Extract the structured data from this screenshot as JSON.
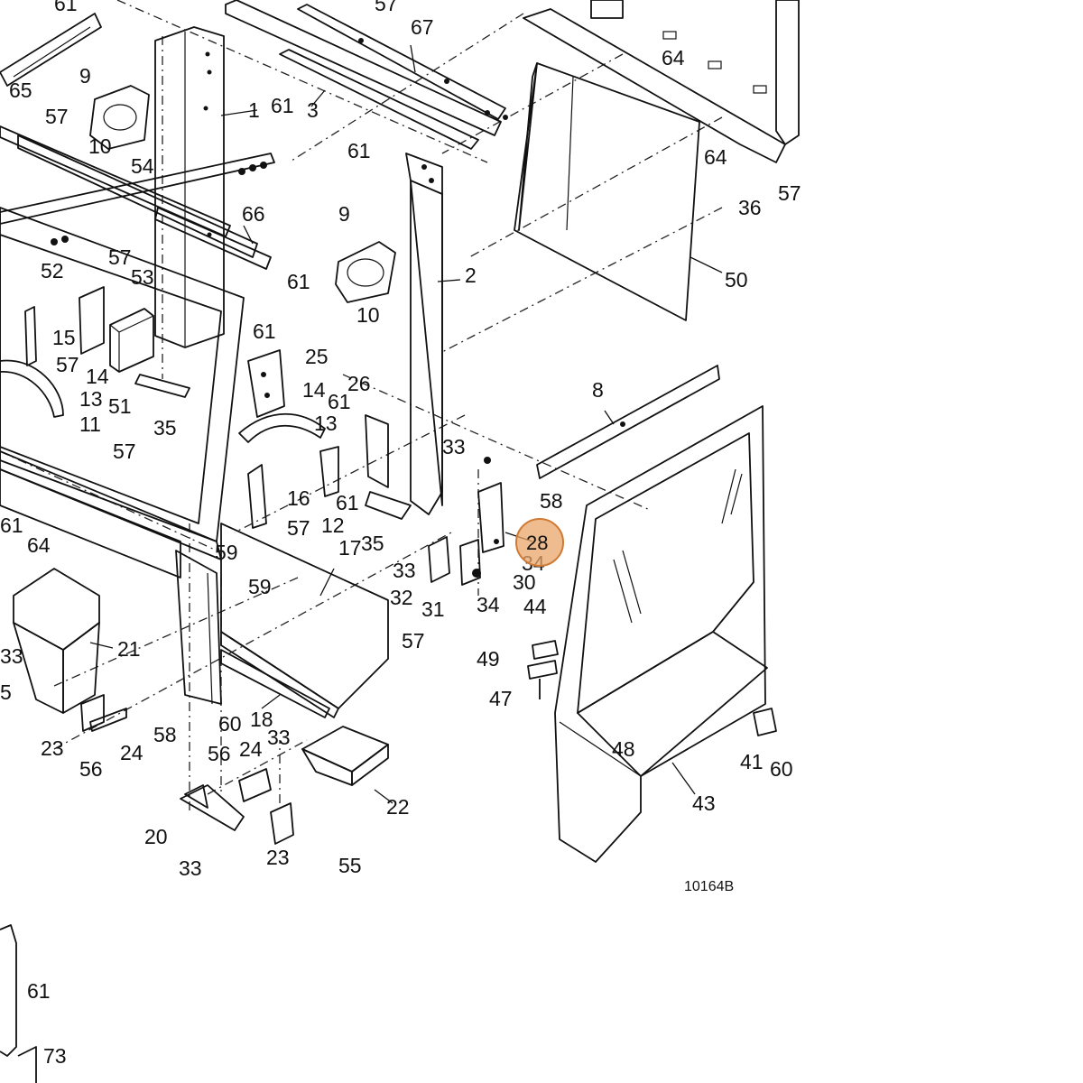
{
  "figure": {
    "code": "10164B",
    "callouts": [
      {
        "id": "c61a",
        "label": "61"
      },
      {
        "id": "c57a",
        "label": "57"
      },
      {
        "id": "c67",
        "label": "67"
      },
      {
        "id": "c65",
        "label": "65"
      },
      {
        "id": "c9a",
        "label": "9"
      },
      {
        "id": "c57b",
        "label": "57"
      },
      {
        "id": "c10a",
        "label": "10"
      },
      {
        "id": "c1",
        "label": "1"
      },
      {
        "id": "c61b",
        "label": "61"
      },
      {
        "id": "c3",
        "label": "3"
      },
      {
        "id": "c54",
        "label": "54"
      },
      {
        "id": "c61c",
        "label": "61"
      },
      {
        "id": "c66",
        "label": "66"
      },
      {
        "id": "c9b",
        "label": "9"
      },
      {
        "id": "c10b",
        "label": "10"
      },
      {
        "id": "c2",
        "label": "2"
      },
      {
        "id": "c57c",
        "label": "57"
      },
      {
        "id": "c52",
        "label": "52"
      },
      {
        "id": "c53",
        "label": "53"
      },
      {
        "id": "c61d",
        "label": "61"
      },
      {
        "id": "c15",
        "label": "15"
      },
      {
        "id": "c57d",
        "label": "57"
      },
      {
        "id": "c14a",
        "label": "14"
      },
      {
        "id": "c13a",
        "label": "13"
      },
      {
        "id": "c11",
        "label": "11"
      },
      {
        "id": "c51",
        "label": "51"
      },
      {
        "id": "c35a",
        "label": "35"
      },
      {
        "id": "c61e",
        "label": "61"
      },
      {
        "id": "c25",
        "label": "25"
      },
      {
        "id": "c26",
        "label": "26"
      },
      {
        "id": "c61f",
        "label": "61"
      },
      {
        "id": "c14b",
        "label": "14"
      },
      {
        "id": "c13b",
        "label": "13"
      },
      {
        "id": "c57e",
        "label": "57"
      },
      {
        "id": "c64a",
        "label": "64"
      },
      {
        "id": "c64b",
        "label": "64"
      },
      {
        "id": "c57f",
        "label": "57"
      },
      {
        "id": "c36",
        "label": "36"
      },
      {
        "id": "c50",
        "label": "50"
      },
      {
        "id": "c8",
        "label": "8"
      },
      {
        "id": "c33a",
        "label": "33"
      },
      {
        "id": "c58a",
        "label": "58"
      },
      {
        "id": "c34a",
        "label": "34"
      },
      {
        "id": "c61g",
        "label": "61"
      },
      {
        "id": "c12",
        "label": "12"
      },
      {
        "id": "c16",
        "label": "16"
      },
      {
        "id": "c57g",
        "label": "57"
      },
      {
        "id": "c35b",
        "label": "35"
      },
      {
        "id": "c33b",
        "label": "33"
      },
      {
        "id": "c30",
        "label": "30"
      },
      {
        "id": "c32",
        "label": "32"
      },
      {
        "id": "c31",
        "label": "31"
      },
      {
        "id": "c34b",
        "label": "34"
      },
      {
        "id": "c44",
        "label": "44"
      },
      {
        "id": "c61h",
        "label": "61"
      },
      {
        "id": "c64c",
        "label": "64"
      },
      {
        "id": "c59a",
        "label": "59"
      },
      {
        "id": "c17",
        "label": "17"
      },
      {
        "id": "c59b",
        "label": "59"
      },
      {
        "id": "c57h",
        "label": "57"
      },
      {
        "id": "c21",
        "label": "21"
      },
      {
        "id": "c33c",
        "label": "33"
      },
      {
        "id": "c5",
        "label": "5"
      },
      {
        "id": "c49",
        "label": "49"
      },
      {
        "id": "c47",
        "label": "47"
      },
      {
        "id": "c48",
        "label": "48"
      },
      {
        "id": "c41",
        "label": "41"
      },
      {
        "id": "c60a",
        "label": "60"
      },
      {
        "id": "c43",
        "label": "43"
      },
      {
        "id": "c23a",
        "label": "23"
      },
      {
        "id": "c24a",
        "label": "24"
      },
      {
        "id": "c56a",
        "label": "56"
      },
      {
        "id": "c58b",
        "label": "58"
      },
      {
        "id": "c60b",
        "label": "60"
      },
      {
        "id": "c18",
        "label": "18"
      },
      {
        "id": "c33d",
        "label": "33"
      },
      {
        "id": "c56b",
        "label": "56"
      },
      {
        "id": "c24b",
        "label": "24"
      },
      {
        "id": "c22",
        "label": "22"
      },
      {
        "id": "c20",
        "label": "20"
      },
      {
        "id": "c33e",
        "label": "33"
      },
      {
        "id": "c23b",
        "label": "23"
      },
      {
        "id": "c55",
        "label": "55"
      },
      {
        "id": "c61i",
        "label": "61"
      },
      {
        "id": "c73",
        "label": "73"
      }
    ],
    "highlight": {
      "label": "28",
      "color": "#e8a56a"
    }
  }
}
